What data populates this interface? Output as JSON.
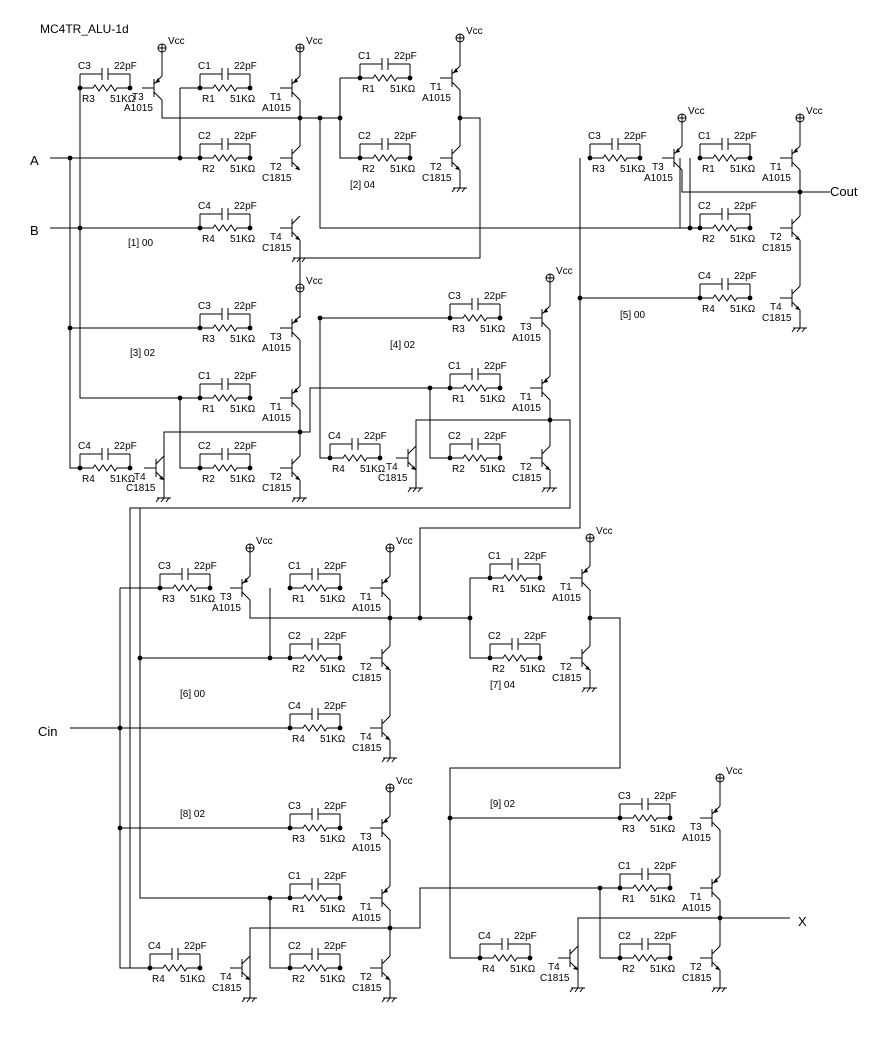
{
  "title": "MC4TR_ALU-1d",
  "inputs": {
    "a": "A",
    "b": "B",
    "cin": "Cin"
  },
  "outputs": {
    "cout": "Cout",
    "x": "X"
  },
  "supply_label": "Vcc",
  "labels": {
    "cap_value": "22pF",
    "res_value": "51KΩ",
    "pnp_type": "A1015",
    "npn_type": "C1815"
  },
  "gates": [
    {
      "tag": "[1] 00"
    },
    {
      "tag": "[2] 04"
    },
    {
      "tag": "[3] 02"
    },
    {
      "tag": "[4] 02"
    },
    {
      "tag": "[5] 00"
    },
    {
      "tag": "[6] 00"
    },
    {
      "tag": "[7] 04"
    },
    {
      "tag": "[8] 02"
    },
    {
      "tag": "[9] 02"
    }
  ]
}
